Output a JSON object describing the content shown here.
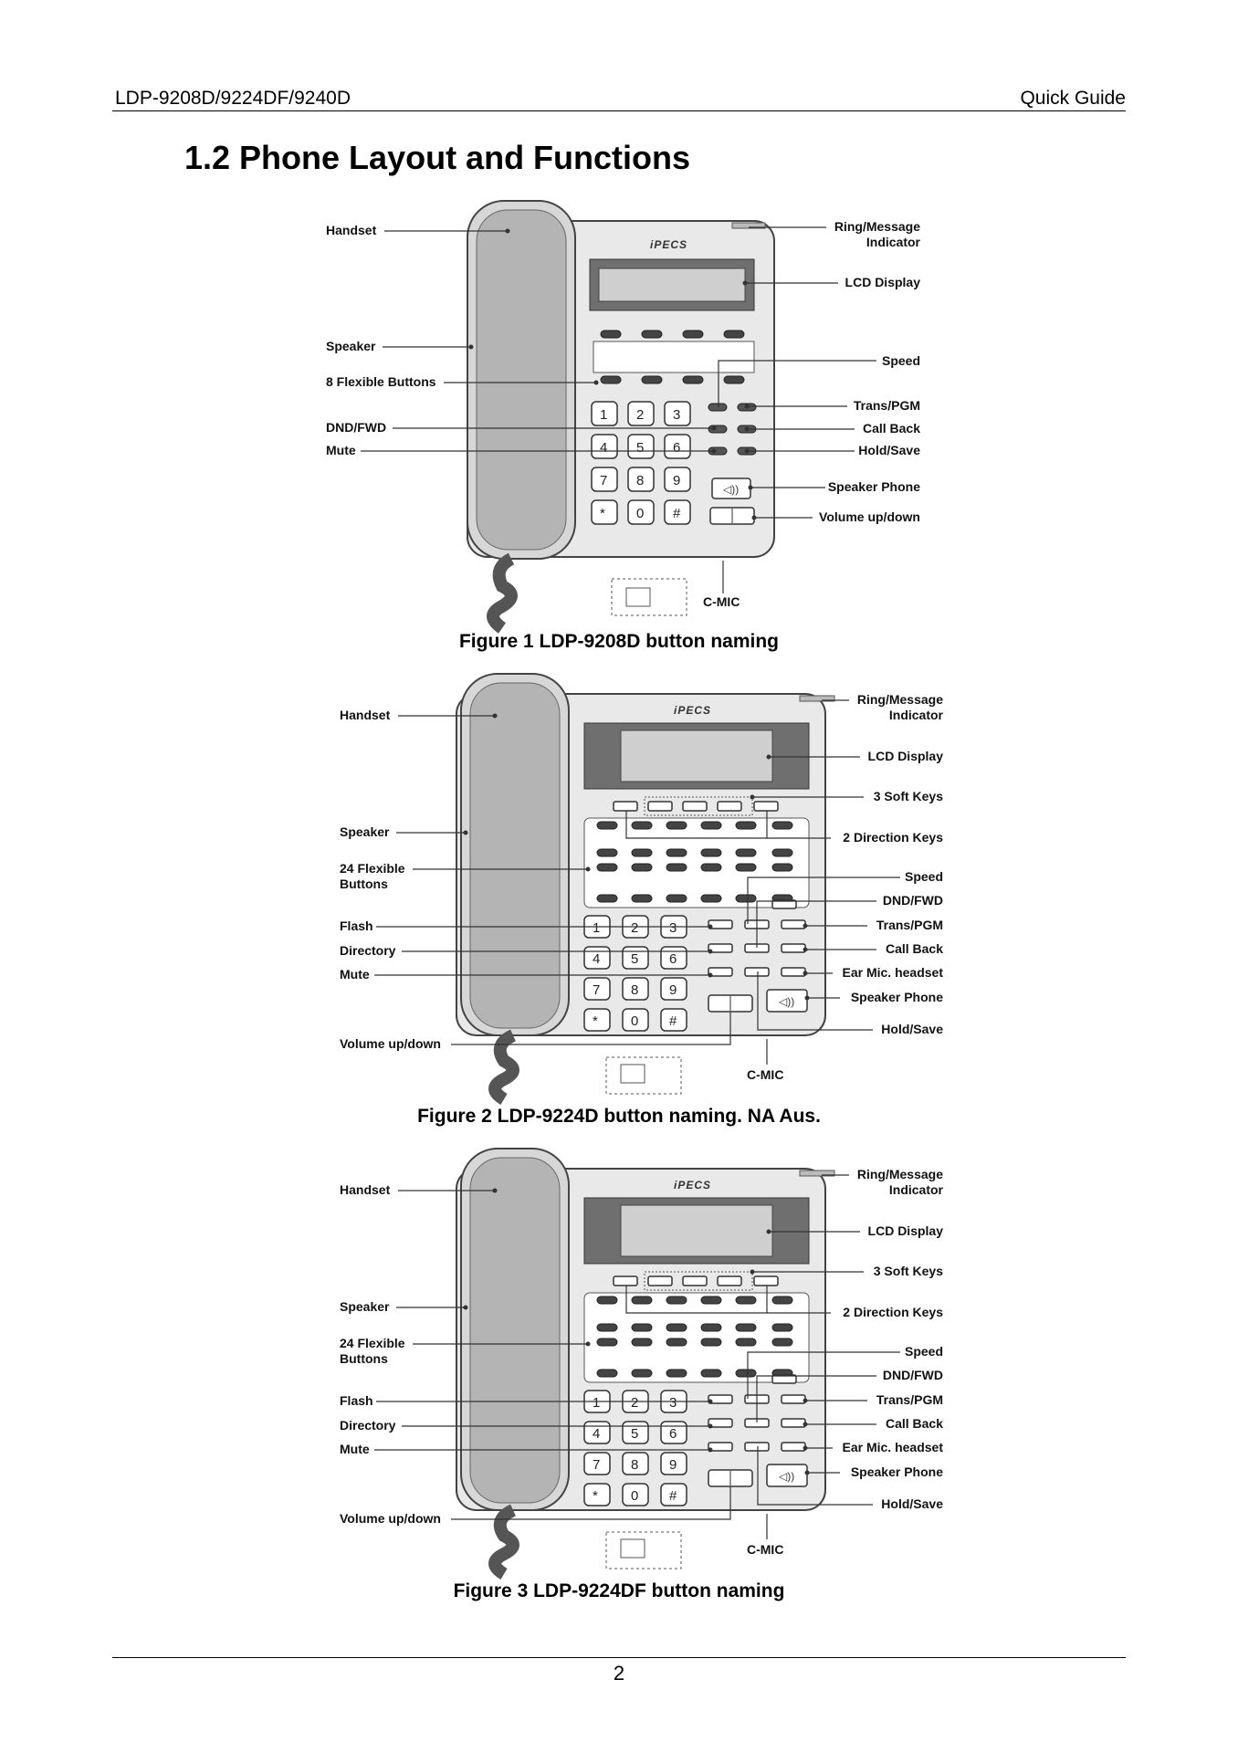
{
  "header": {
    "left": "LDP-9208D/9224DF/9240D",
    "right": "Quick Guide"
  },
  "section_title": "1.2  Phone Layout and Functions",
  "brand": "iPECS",
  "figures": [
    {
      "caption": "Figure 1 LDP-9208D button naming",
      "labels": {
        "handset": "Handset",
        "ring": "Ring/Message",
        "ring2": "Indicator",
        "lcd": "LCD Display",
        "speaker": "Speaker",
        "flexible": "8 Flexible Buttons",
        "speed": "Speed",
        "trans": "Trans/PGM",
        "dnd": "DND/FWD",
        "callback": "Call Back",
        "mute": "Mute",
        "hold": "Hold/Save",
        "spkphone": "Speaker Phone",
        "volume": "Volume up/down",
        "cmic": "C-MIC"
      }
    },
    {
      "caption": "Figure 2 LDP-9224D button naming. NA Aus.",
      "labels": {
        "handset": "Handset",
        "ring": "Ring/Message",
        "ring2": "Indicator",
        "lcd": "LCD Display",
        "softkeys": "3 Soft Keys",
        "speaker": "Speaker",
        "direction": "2 Direction Keys",
        "flexible": "24 Flexible",
        "flexible2": "Buttons",
        "speed": "Speed",
        "dnd": "DND/FWD",
        "flash": "Flash",
        "trans": "Trans/PGM",
        "directory": "Directory",
        "callback": "Call Back",
        "mute": "Mute",
        "earmic": "Ear Mic. headset",
        "spkphone": "Speaker Phone",
        "hold": "Hold/Save",
        "volume": "Volume up/down",
        "cmic": "C-MIC"
      }
    },
    {
      "caption": "Figure 3 LDP-9224DF button naming",
      "labels": {
        "handset": "Handset",
        "ring": "Ring/Message",
        "ring2": "Indicator",
        "lcd": "LCD Display",
        "softkeys": "3 Soft Keys",
        "speaker": "Speaker",
        "direction": "2 Direction Keys",
        "flexible": "24 Flexible",
        "flexible2": "Buttons",
        "speed": "Speed",
        "dnd": "DND/FWD",
        "flash": "Flash",
        "trans": "Trans/PGM",
        "directory": "Directory",
        "callback": "Call Back",
        "mute": "Mute",
        "earmic": "Ear Mic. headset",
        "spkphone": "Speaker Phone",
        "hold": "Hold/Save",
        "volume": "Volume up/down",
        "cmic": "C-MIC"
      }
    }
  ],
  "keypad": [
    "1",
    "2",
    "3",
    "4",
    "5",
    "6",
    "7",
    "8",
    "9",
    "*",
    "0",
    "#"
  ],
  "page_number": "2"
}
